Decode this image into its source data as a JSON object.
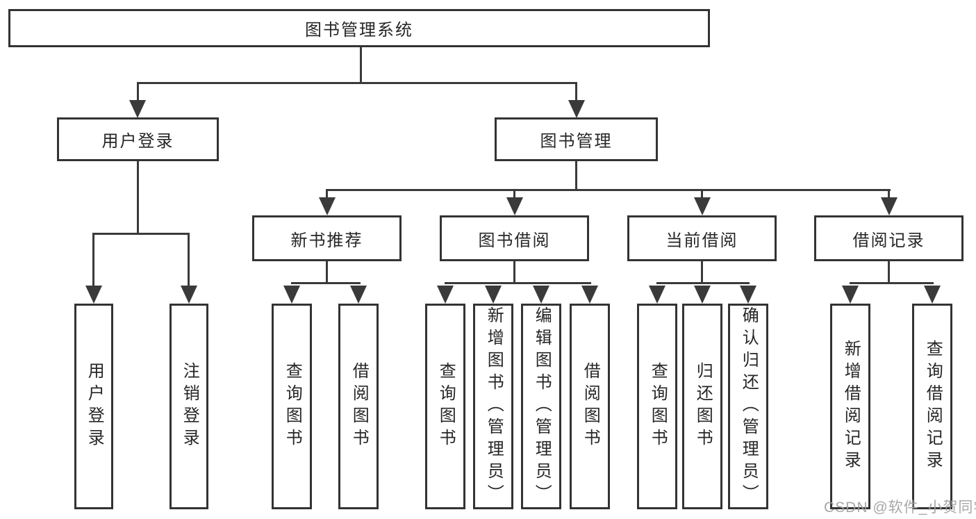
{
  "diagram": {
    "title": "图书管理系统",
    "level2": {
      "user_login": "用户登录",
      "book_management": "图书管理"
    },
    "level3": {
      "new_book_recommend": "新书推荐",
      "book_borrow": "图书借阅",
      "current_borrow": "当前借阅",
      "borrow_record": "借阅记录"
    },
    "leaves": {
      "user_login": "用户登录",
      "logout": "注销登录",
      "recommend_query_books": "查询图书",
      "recommend_borrow_books": "借阅图书",
      "borrow_query_books": "查询图书",
      "borrow_add_books": "新增图书（管理员）",
      "borrow_edit_books": "编辑图书（管理员）",
      "borrow_borrow_books": "借阅图书",
      "current_query_books": "查询图书",
      "current_return_books": "归还图书",
      "current_confirm_return": "确认归还（管理员）",
      "record_add_record": "新增借阅记录",
      "record_query_record": "查询借阅记录"
    },
    "watermark": "CSDN @软件_小贺同学",
    "colors": {
      "background": "#ffffff",
      "box_fill": "#ffffff",
      "box_border": "#333333",
      "line": "#3a3a3a",
      "text": "#262626",
      "watermark": "#a0a0a0"
    }
  }
}
